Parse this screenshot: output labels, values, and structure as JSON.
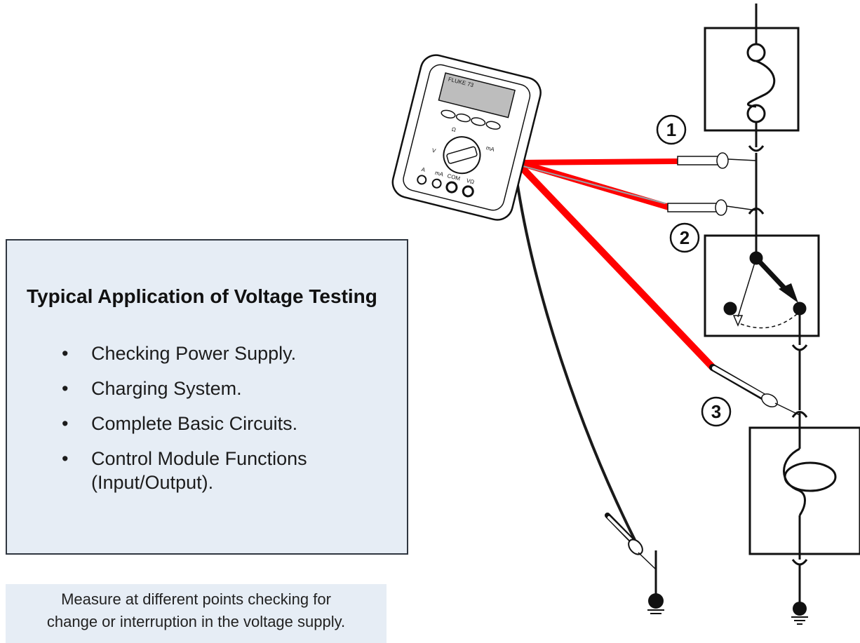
{
  "info": {
    "title": "Typical Application of Voltage Testing",
    "items": [
      "Checking Power Supply.",
      "Charging System.",
      "Complete Basic Circuits.",
      "Control Module Functions (Input/Output)."
    ],
    "bullet": "•"
  },
  "caption": {
    "line1": "Measure at different points checking for",
    "line2": "change or interruption in the voltage supply."
  },
  "points": [
    "1",
    "2",
    "3"
  ],
  "meter": {
    "brand": "FLUKE 73",
    "jack_a": "A",
    "jack_ma": "mA",
    "jack_com": "COM",
    "jack_v": "VΩ",
    "dial_ohm": "Ω",
    "dial_ma": "mA",
    "dial_v": "V"
  },
  "colors": {
    "lead_red": "#ff0000",
    "lead_black": "#1a1a1a",
    "panel_bg": "#e6edf5",
    "panel_border": "#2f3640"
  }
}
